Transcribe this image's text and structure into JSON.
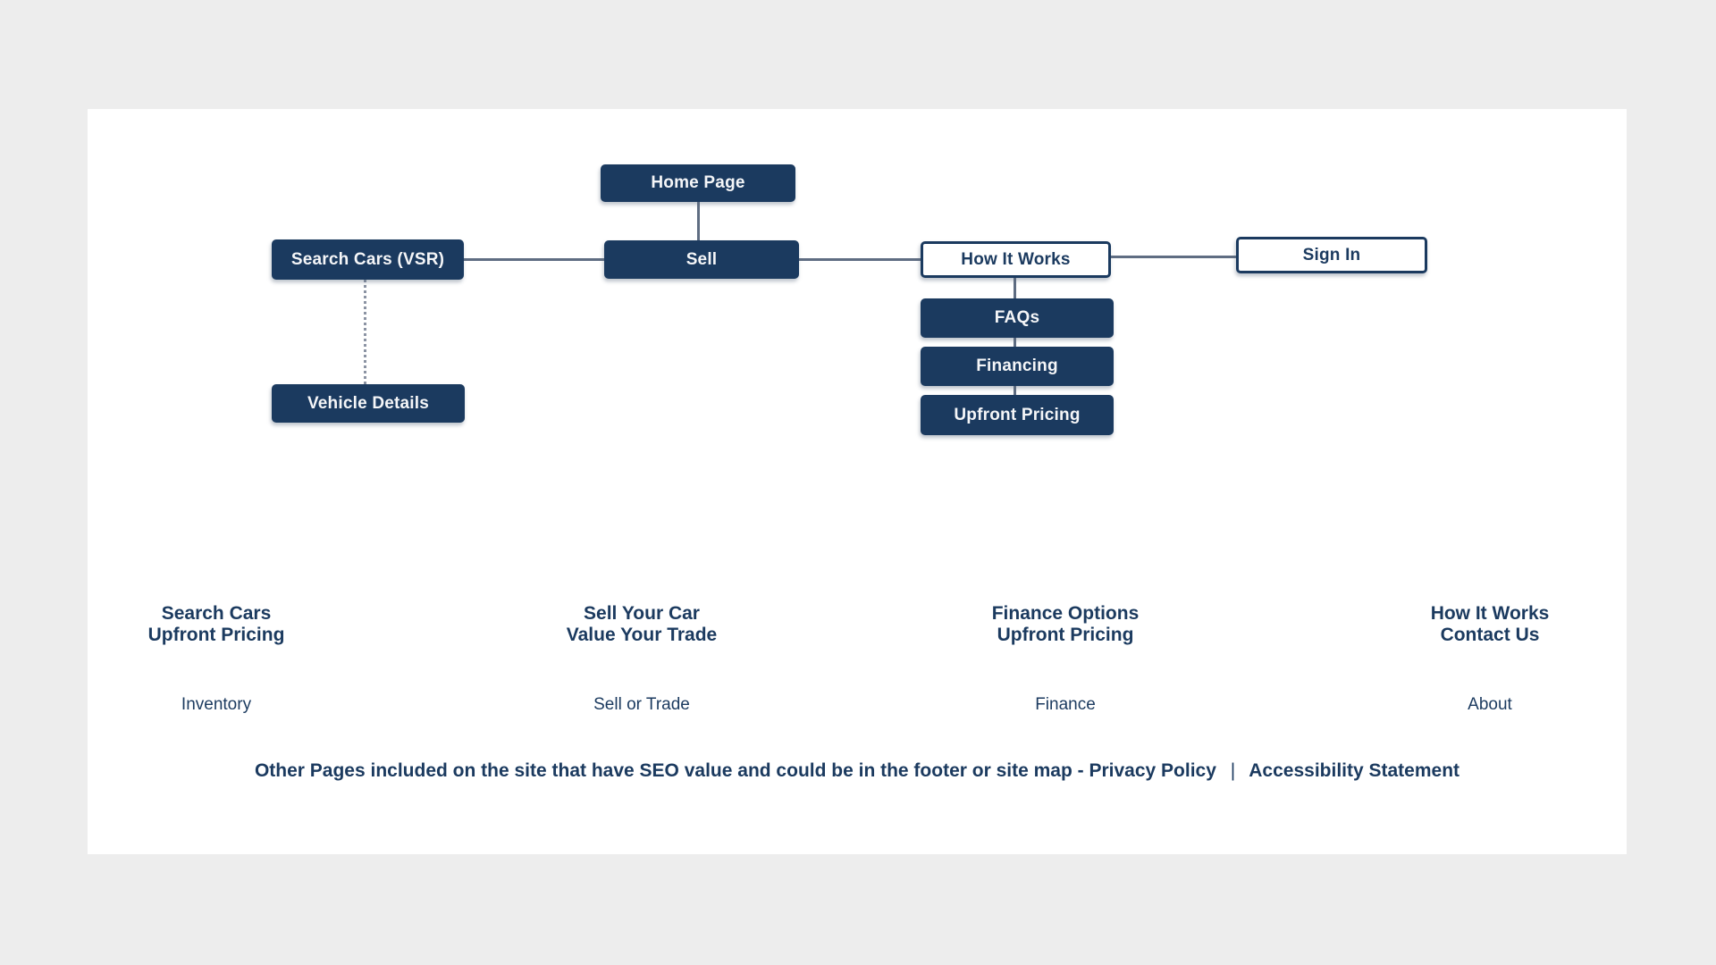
{
  "colors": {
    "navy": "#1b3a5f",
    "connector": "#5f6d82",
    "dotted_connector": "#8b93a3",
    "panel_background": "#ffffff",
    "page_background": "#ededed"
  },
  "sitemap": {
    "nodes": {
      "home": "Home Page",
      "search_cars": "Search Cars (VSR)",
      "sell": "Sell",
      "how_it_works": "How It Works",
      "sign_in": "Sign In",
      "faqs": "FAQs",
      "financing": "Financing",
      "upfront_pricing": "Upfront Pricing",
      "vehicle_details": "Vehicle Details"
    }
  },
  "footer": {
    "columns": [
      {
        "line1": "Search Cars",
        "line2": "Upfront Pricing",
        "item": "Inventory"
      },
      {
        "line1": "Sell Your Car",
        "line2": "Value Your Trade",
        "item": "Sell or Trade"
      },
      {
        "line1": "Finance Options",
        "line2": "Upfront Pricing",
        "item": "Finance"
      },
      {
        "line1": "How It Works",
        "line2": "Contact Us",
        "item": "About"
      }
    ],
    "note_prefix": "Other Pages included on the site that have SEO value and could be in the footer or site map - Privacy Policy",
    "note_separator": "|",
    "note_suffix": "Accessibility Statement"
  }
}
